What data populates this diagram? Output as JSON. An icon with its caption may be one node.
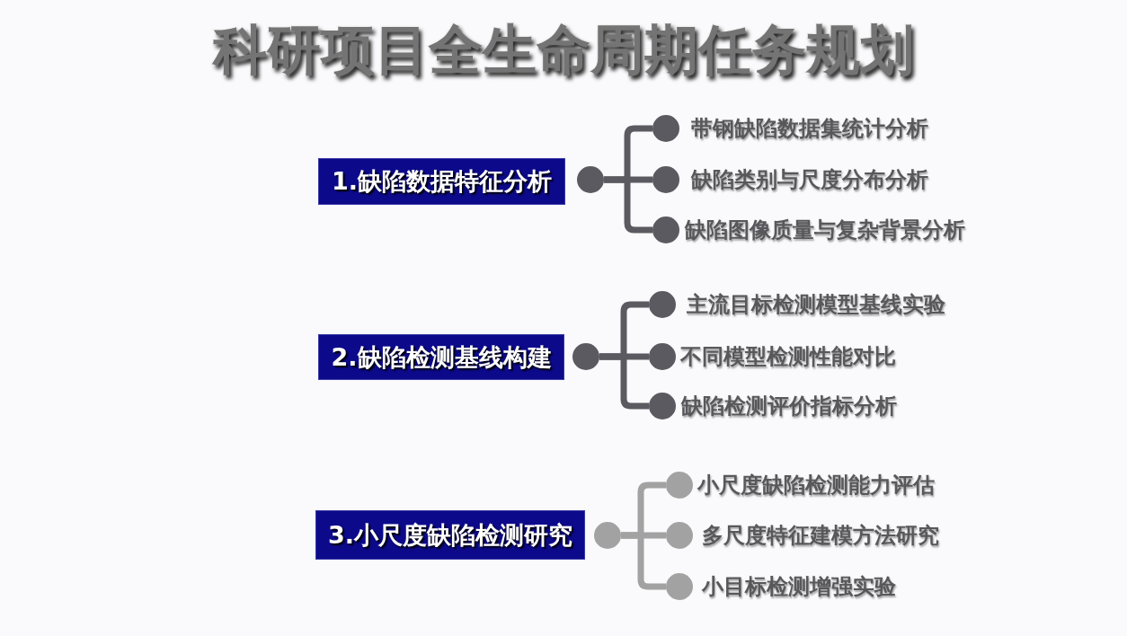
{
  "diagram": {
    "title": "科研项目全生命周期任务规划",
    "nodes": [
      {
        "text": [
          "1.缺陷数据特征分析"
        ]
      },
      {
        "text": [],
        "shape": "circle"
      },
      {
        "text": [],
        "shape": "circle",
        "beside": [
          "带钢缺陷数据集统计分析"
        ]
      },
      {
        "text": [],
        "shape": "circle",
        "beside": [
          "缺陷类别与尺度分布分析"
        ]
      },
      {
        "text": [],
        "shape": "circle",
        "beside": [
          "缺陷图像质量与复杂背景分析"
        ]
      },
      {
        "text": [
          "2.缺陷检测基线构建"
        ]
      },
      {
        "text": [],
        "shape": "circle"
      },
      {
        "text": [],
        "shape": "circle",
        "beside": [
          "主流目标检测模型基线实验"
        ]
      },
      {
        "text": [],
        "shape": "circle",
        "beside": [
          "不同模型检测性能对比"
        ]
      },
      {
        "text": [],
        "shape": "circle",
        "beside": [
          "缺陷检测评价指标分析"
        ]
      },
      {
        "text": [
          "3.小尺度缺陷检测研究"
        ]
      },
      {
        "text": [],
        "shape": "circle"
      },
      {
        "text": [],
        "shape": "circle",
        "beside": [
          "小尺度缺陷检测能力评估"
        ]
      },
      {
        "text": [],
        "shape": "circle",
        "beside": [
          "多尺度特征建模方法研究"
        ]
      },
      {
        "text": [],
        "shape": "circle",
        "beside": [
          "小目标检测增强实验"
        ]
      }
    ],
    "edges": [
      {
        "from": 1,
        "to": 2,
        "arrow": "none"
      },
      {
        "from": 1,
        "to": 3,
        "arrow": "none"
      },
      {
        "from": 1,
        "to": 4,
        "arrow": "none"
      },
      {
        "from": 6,
        "to": 7,
        "arrow": "none"
      },
      {
        "from": 6,
        "to": 8,
        "arrow": "none"
      },
      {
        "from": 6,
        "to": 9,
        "arrow": "none"
      },
      {
        "from": 11,
        "to": 12,
        "arrow": "none",
        "color": "#a2a2a2"
      },
      {
        "from": 11,
        "to": 13,
        "arrow": "none",
        "color": "#a2a2a2"
      },
      {
        "from": 11,
        "to": 14,
        "arrow": "none",
        "color": "#a2a2a2"
      }
    ]
  }
}
